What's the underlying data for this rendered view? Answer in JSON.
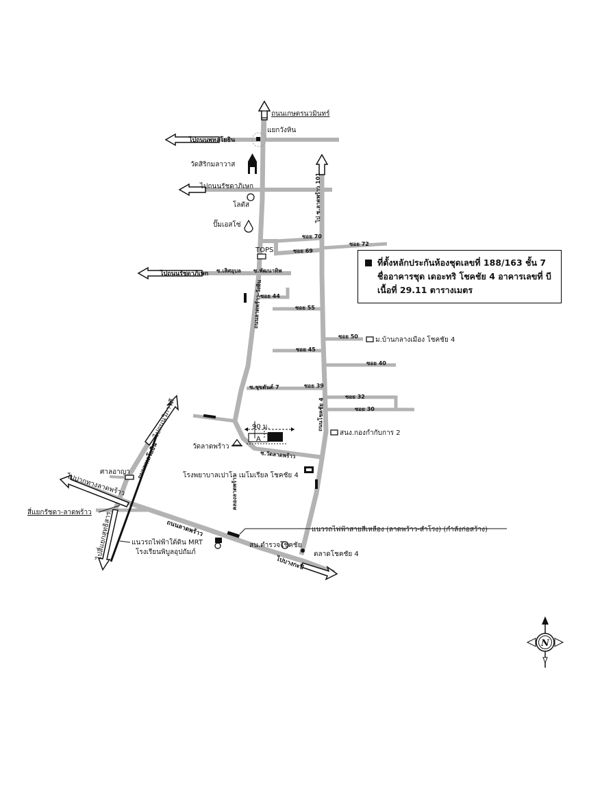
{
  "legend": {
    "line1": "ที่ตั้งหลักประกันห้องชุดเลขที่ 188/163 ชั้น 7",
    "line2": "ชื่ออาคารชุด เดอะทริ โชคชัย 4 อาคารเลขที่ บี",
    "line3": "เนื้อที่ 29.11 ตารางเมตร"
  },
  "labels": {
    "kaset": "ถนนเกษตรนวมินทร์",
    "wangthin": "แยกวังหิน",
    "to_phahon": "ไปถนนพหลโยธิน",
    "wat_siri": "วัดสิริกมลาวาส",
    "to_ratchada_top": "ไปถนนรัชดาภิเษก",
    "lotus": "โลตัส",
    "esso": "ปั๊มเอสโซ่",
    "tops": "TOPS",
    "to_ratchada_mid": "ไปถนนรัชดาภิเษก",
    "soi_setthabut": "ซ.เสิศอุบล",
    "soi_pattana": "ซ.พัฒนาทิพ",
    "soi70": "ซอย 70",
    "soi72": "ซอย 72",
    "soi69": "ซอย 69",
    "soi44": "ซอย 44",
    "soi55": "ซอย 55",
    "soi50": "ซอย 50",
    "ban_klang": "ม.บ้านกลางเมือง โชคชัย 4",
    "soi45": "ซอย 45",
    "soi40": "ซอย 40",
    "soi_chokchai7": "ซ.ชุขตันต์ 7",
    "soi39": "ซอย 39",
    "soi32": "ซอย 32",
    "soi30": "ซอย 30",
    "to_chokchai4_road": "ถนนโชคชัย 4",
    "to_lap_rd": "ถนนลาดพร้าว-วังหิน",
    "to_sukhon": "ไป ซ.ลาดพร้าว 101",
    "dist_90": "90 ม.",
    "mark_a": "A",
    "wat_lat": "วัดลาดพร้าว",
    "soi_wat_lat": "ซ.วัดลาดพร้าว",
    "san_kong": "สนง.กองกำกับการ 2",
    "hospital": "โรงพยาบาลเปาโล เมโมเรียล โชคชัย 4",
    "khlong": "คลองลาดพร้าว",
    "to_lat_pak": "ไปปากทางลาดพร้าว",
    "san_chao": "ศาลอาญา",
    "to_vibhavadi": "ไปถนนวิภาวดี",
    "to_phahon_diag": "ถนนพหลโยธิน",
    "ratchada_yaek": "สี่แยกรัชดา-ลาดพร้าว",
    "to_sutthisan": "ไปสี่แยกสุทธิสาร",
    "lat_road": "ถนนลาดพร้าว",
    "mrt": "แนวรถไฟฟ้าใต้ดิน MRT",
    "school": "โรงเรียนพิบูลอุปถัมภ์",
    "police": "สน.ตำรวจโชคชัย",
    "yellow_line": "แนวรถไฟฟ้าสายสีเหลือง (ลาดพร้าว-สำโรง) (กำลังก่อสร้าง)",
    "to_bangkapi": "ไปบางกะปิ",
    "market": "ตลาดโชคชัย 4",
    "compass_n": "N"
  },
  "icons": {
    "wat": "temple-icon",
    "lotus": "circle-landmark-icon",
    "esso": "gas-station-icon",
    "compass": "north-arrow-compass-icon"
  },
  "colors": {
    "road": "#b3b3b3",
    "ink": "#111111",
    "background": "#ffffff"
  }
}
